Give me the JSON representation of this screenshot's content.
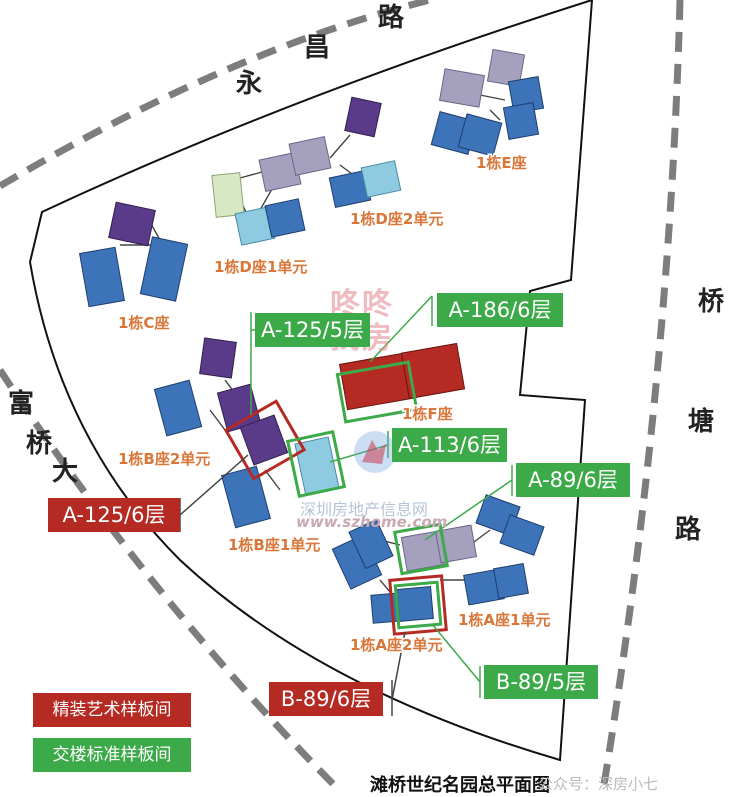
{
  "roads": {
    "top": [
      "永",
      "昌",
      "路"
    ],
    "right": [
      "桥",
      "塘",
      "路"
    ],
    "left": [
      "富",
      "桥",
      "大"
    ]
  },
  "buildings": {
    "e": "1栋E座",
    "d2": "1栋D座2单元",
    "d1": "1栋D座1单元",
    "c": "1栋C座",
    "f": "1栋F座",
    "b2": "1栋B座2单元",
    "b1": "1栋B座1单元",
    "a1": "1栋A座1单元",
    "a2": "1栋A座2单元"
  },
  "tags": {
    "a125_5": "A-125/5层",
    "a186_6": "A-186/6层",
    "a113_6": "A-113/6层",
    "a89_6": "A-89/6层",
    "a125_6": "A-125/6层",
    "b89_5": "B-89/5层",
    "b89_6": "B-89/6层"
  },
  "legend": {
    "red": "精装艺术样板间",
    "green": "交楼标准样板间"
  },
  "footer": {
    "title": "滩桥世纪名园总平面图",
    "wechat": "公众号：深房小七"
  },
  "watermark": {
    "site": "深圳房地产信息网",
    "url": "www.szhome.com",
    "stamp": "咚咚找房"
  },
  "colors": {
    "blue": "#3d73b8",
    "lightblue": "#8ecbe0",
    "lavender": "#a5a0bd",
    "purple": "#5a3b8a",
    "lightgreen": "#d8e8c5",
    "red": "#b52a22",
    "green": "#3daa4a",
    "label": "#d9773a"
  }
}
